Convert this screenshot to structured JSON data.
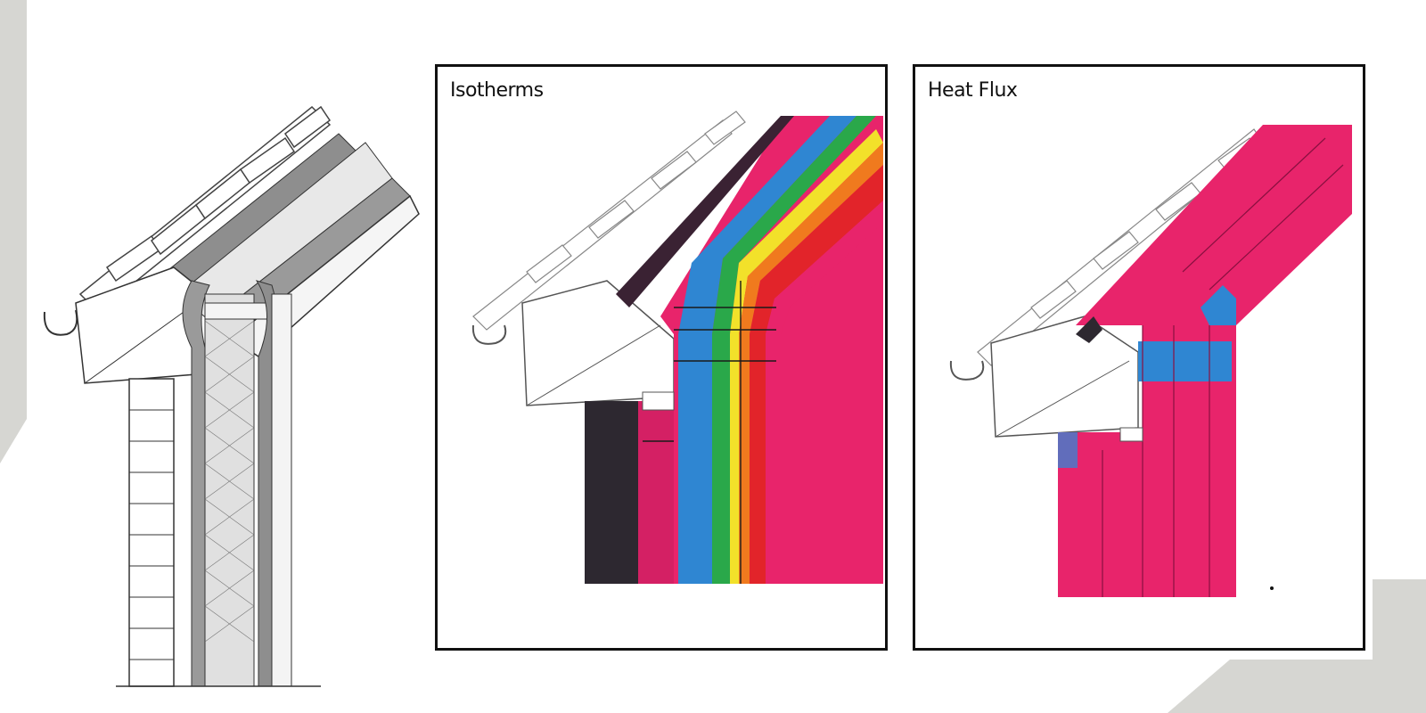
{
  "panels": {
    "isotherms": {
      "title": "Isotherms"
    },
    "heat_flux": {
      "title": "Heat Flux"
    }
  },
  "colors": {
    "background": "#ffffff",
    "grey_decor": "#d6d6d2",
    "magenta": "#e8246b",
    "blue": "#2f86d2",
    "green": "#2aa84a",
    "yellow": "#f2e12a",
    "orange": "#f07a1e",
    "red": "#e2242a",
    "dark": "#2d2830",
    "insulation_grey": "#9a9a9a"
  },
  "icons": {
    "roof_tiles": "roof-tile-shapes",
    "gutter": "gutter-hook"
  }
}
